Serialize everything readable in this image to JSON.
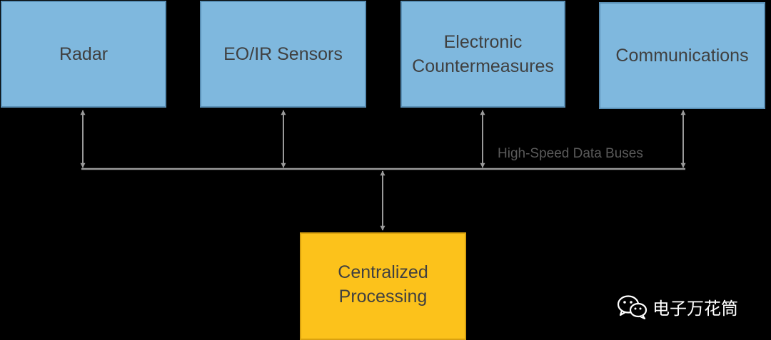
{
  "sensors": {
    "radar": "Radar",
    "eoir": "EO/IR Sensors",
    "ecm": "Electronic\nCountermeasures",
    "comms": "Communications"
  },
  "processor": {
    "label": "Centralized\nProcessing"
  },
  "bus": {
    "label": "High-Speed Data Buses"
  },
  "watermark": {
    "icon": "wechat-icon",
    "text": "电子万花筒"
  },
  "colors": {
    "background": "#000000",
    "sensor_fill": "#7fb8de",
    "processor_fill": "#fcc21b",
    "line": "#9a9a9a",
    "text": "#404040"
  }
}
